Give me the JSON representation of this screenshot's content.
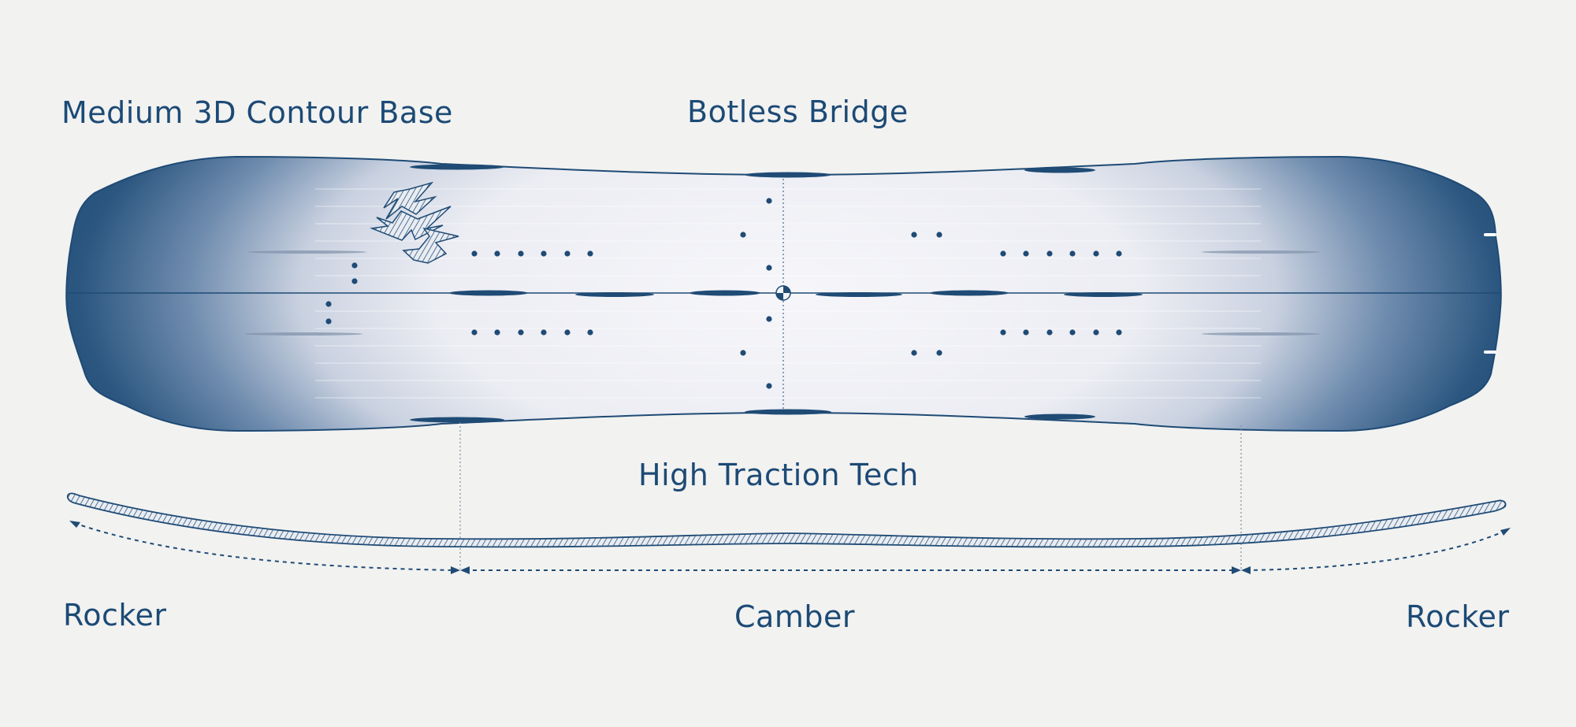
{
  "labels": {
    "contour_base": "Medium 3D Contour Base",
    "bridge": "Botless Bridge",
    "traction": "High Traction Tech",
    "rocker_left": "Rocker",
    "camber": "Camber",
    "rocker_right": "Rocker"
  },
  "colors": {
    "board_navy": "#1f4b75",
    "board_light": "#f4f4f8",
    "background": "#f2f2f1",
    "text": "#1c4a75"
  }
}
